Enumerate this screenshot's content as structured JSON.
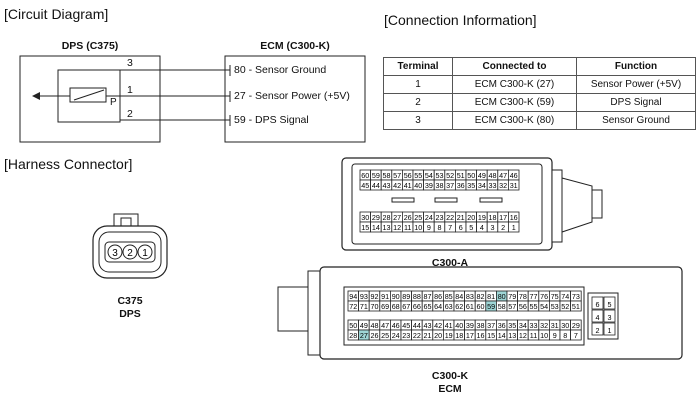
{
  "headings": {
    "circuit": "[Circuit Diagram]",
    "connection": "[Connection Information]",
    "harness": "[Harness Connector]"
  },
  "circuit": {
    "left_box_title": "DPS (C375)",
    "right_box_title": "ECM (C300-K)",
    "pins_left": [
      "3",
      "1",
      "2"
    ],
    "sensor_pin_label": "P",
    "ecm_pins": [
      {
        "number": "80",
        "label": "80 - Sensor Ground"
      },
      {
        "number": "27",
        "label": "27 - Sensor Power (+5V)"
      },
      {
        "number": "59",
        "label": "59 - DPS Signal"
      }
    ]
  },
  "connection_table": {
    "headers": [
      "Terminal",
      "Connected to",
      "Function"
    ],
    "rows": [
      [
        "1",
        "ECM C300-K (27)",
        "Sensor Power (+5V)"
      ],
      [
        "2",
        "ECM C300-K (59)",
        "DPS Signal"
      ],
      [
        "3",
        "ECM C300-K (80)",
        "Sensor Ground"
      ]
    ]
  },
  "dps_connector": {
    "pins": [
      "3",
      "2",
      "1"
    ],
    "label_line1": "C375",
    "label_line2": "DPS"
  },
  "c300a": {
    "label": "C300-A",
    "row1": [
      "60",
      "59",
      "58",
      "57",
      "56",
      "55",
      "54",
      "53",
      "52",
      "51",
      "50",
      "49",
      "48",
      "47",
      "46"
    ],
    "row2": [
      "45",
      "44",
      "43",
      "42",
      "41",
      "40",
      "39",
      "38",
      "37",
      "36",
      "35",
      "34",
      "33",
      "32",
      "31"
    ],
    "row3": [
      "30",
      "29",
      "28",
      "27",
      "26",
      "25",
      "24",
      "23",
      "22",
      "21",
      "20",
      "19",
      "18",
      "17",
      "16"
    ],
    "row4": [
      "15",
      "14",
      "13",
      "12",
      "11",
      "10",
      "9",
      "8",
      "7",
      "6",
      "5",
      "4",
      "3",
      "2",
      "1"
    ]
  },
  "c300k": {
    "label_line1": "C300-K",
    "label_line2": "ECM",
    "highlight_color": "#9ed6d6",
    "highlighted": [
      "80",
      "59",
      "27"
    ],
    "row1": [
      "94",
      "93",
      "92",
      "91",
      "90",
      "89",
      "88",
      "87",
      "86",
      "85",
      "84",
      "83",
      "82",
      "81",
      "80",
      "79",
      "78",
      "77",
      "76",
      "75",
      "74",
      "73"
    ],
    "row2": [
      "72",
      "71",
      "70",
      "69",
      "68",
      "67",
      "66",
      "65",
      "64",
      "63",
      "62",
      "61",
      "60",
      "59",
      "58",
      "57",
      "56",
      "55",
      "54",
      "53",
      "52",
      "51"
    ],
    "row3": [
      "50",
      "49",
      "48",
      "47",
      "46",
      "45",
      "44",
      "43",
      "42",
      "41",
      "40",
      "39",
      "38",
      "37",
      "36",
      "35",
      "34",
      "33",
      "32",
      "31",
      "30",
      "29"
    ],
    "row4": [
      "28",
      "27",
      "26",
      "25",
      "24",
      "23",
      "22",
      "21",
      "20",
      "19",
      "18",
      "17",
      "16",
      "15",
      "14",
      "13",
      "12",
      "11",
      "10",
      "9",
      "8",
      "7"
    ],
    "side": [
      [
        "6",
        "5"
      ],
      [
        "4",
        "3"
      ],
      [
        "2",
        "1"
      ]
    ]
  }
}
